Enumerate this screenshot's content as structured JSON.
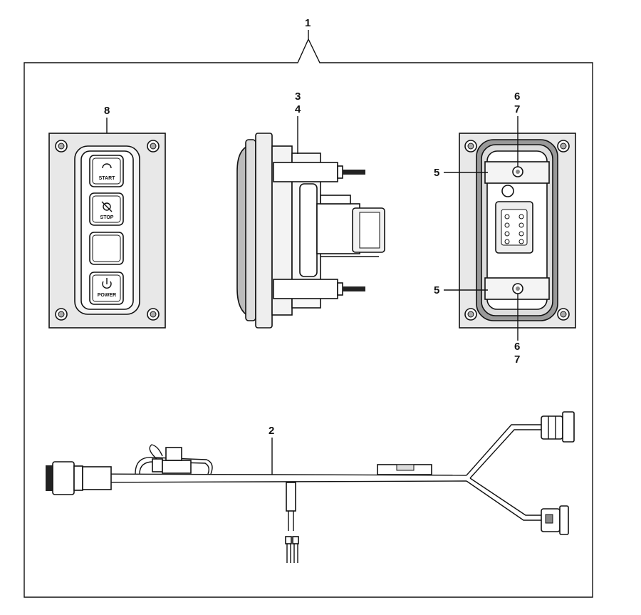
{
  "callouts": {
    "kit": "1",
    "harness": "2",
    "part3": "3",
    "part4": "4",
    "part5_top": "5",
    "part5_bottom": "5",
    "part6_top": "6",
    "part7_top": "7",
    "part6_bottom": "6",
    "part7_bottom": "7",
    "keypad": "8"
  },
  "keypad_buttons": {
    "start": "START",
    "stop": "STOP",
    "power": "POWER"
  }
}
